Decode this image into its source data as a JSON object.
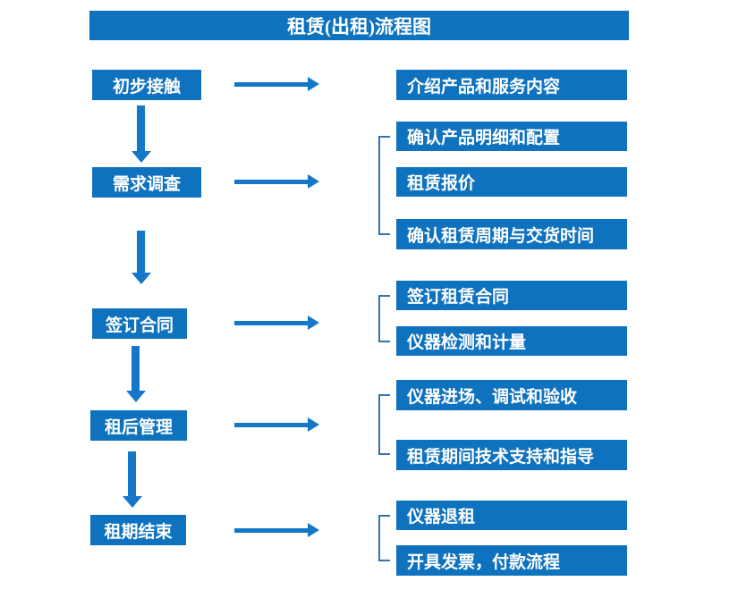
{
  "title": "租赁(出租)流程图",
  "colors": {
    "box_fill": "#0F72BE",
    "arrow": "#1577C8",
    "bracket": "#2E75B6",
    "box_text": "#FFFFFF"
  },
  "stages": [
    {
      "label": "初步接触",
      "outputs": [
        "介绍产品和服务内容"
      ]
    },
    {
      "label": "需求调查",
      "outputs": [
        "确认产品明细和配置",
        "租赁报价",
        "确认租赁周期与交货时间"
      ]
    },
    {
      "label": "签订合同",
      "outputs": [
        "签订租赁合同",
        "仪器检测和计量"
      ]
    },
    {
      "label": "租后管理",
      "outputs": [
        "仪器进场、调试和验收",
        "租赁期间技术支持和指导"
      ]
    },
    {
      "label": "租期结束",
      "outputs": [
        "仪器退租",
        "开具发票，付款流程"
      ]
    }
  ]
}
